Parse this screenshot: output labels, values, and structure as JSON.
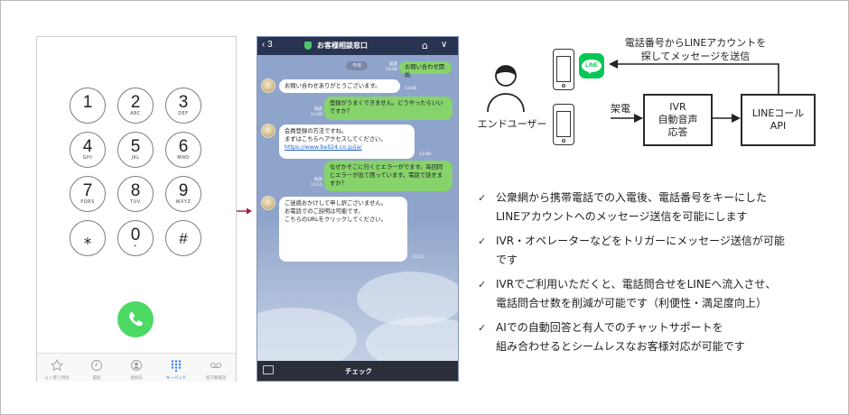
{
  "dialer": {
    "keys": [
      {
        "digit": "1",
        "letters": ""
      },
      {
        "digit": "2",
        "letters": "ABC"
      },
      {
        "digit": "3",
        "letters": "DEF"
      },
      {
        "digit": "4",
        "letters": "GHI"
      },
      {
        "digit": "5",
        "letters": "JKL"
      },
      {
        "digit": "6",
        "letters": "MNO"
      },
      {
        "digit": "7",
        "letters": "PQRS"
      },
      {
        "digit": "8",
        "letters": "TUV"
      },
      {
        "digit": "9",
        "letters": "WXYZ"
      },
      {
        "digit": "⁎",
        "letters": ""
      },
      {
        "digit": "0",
        "letters": "+"
      },
      {
        "digit": "#",
        "letters": ""
      }
    ],
    "tabs": [
      {
        "label": "よく使う項目",
        "icon": "star-icon"
      },
      {
        "label": "履歴",
        "icon": "clock-icon"
      },
      {
        "label": "連絡先",
        "icon": "contact-icon"
      },
      {
        "label": "キーパッド",
        "icon": "keypad-icon"
      },
      {
        "label": "留守番電話",
        "icon": "voicemail-icon"
      }
    ],
    "active_tab": "キーパッド",
    "call_icon": "phone-icon"
  },
  "chat": {
    "back_label": "3",
    "title": "お客様相談窓口",
    "date_label": "今日",
    "messages": [
      {
        "side": "me",
        "text": "お問い合わせ開始",
        "meta": "既読\n13:08"
      },
      {
        "side": "them",
        "text": "お問い合わせありがとうございます。",
        "meta": "13:08"
      },
      {
        "side": "me",
        "text": "登録がうまくできません。どうやったらいいですか？",
        "meta": "既読\n13:08"
      },
      {
        "side": "them",
        "text": "会員登録の方法ですね。\nまずはこちらへアクセスしてください。",
        "link": "https://www.bell24.co.jp/ja/",
        "meta": "13:09"
      },
      {
        "side": "me",
        "text": "なぜかそこに行くとエラーがでます。毎回同じエラーが出て困っています。電話で話せますか？",
        "meta": "既読\n13:11"
      },
      {
        "side": "them",
        "text": "ご迷惑おかけして申し訳ございません。\nお電話でのご説明は可能です。\nこちらのURLをクリックしてください。",
        "meta": "13:12"
      }
    ],
    "footer_label": "チェック"
  },
  "diagram": {
    "top_caption": "電話番号からLINEアカウントを\n探してメッセージを送信",
    "end_user_label": "エンドユーザー",
    "call_label": "架電",
    "ivr_box": "IVR\n自動音声\n応答",
    "line_api_box": "LINEコール\nAPI",
    "line_logo_text": "LINE"
  },
  "bullets": [
    "公衆網から携帯電話での入電後、電話番号をキーにした\nLINEアカウントへのメッセージ送信を可能にします",
    "IVR・オペレーターなどをトリガーにメッセージ送信が可能\nです",
    "IVRでご利用いただくと、電話問合せをLINEへ流入させ、\n電話問合せ数を削減が可能です（利便性・満足度向上）",
    "AIでの自動回答と有人でのチャットサポートを\n組み合わせるとシームレスなお客様対応が可能です"
  ],
  "bullet_mark": "✓",
  "colors": {
    "line_green": "#06c755",
    "call_green": "#4cd964",
    "arrow_red": "#a0203c",
    "chat_bg": "#8fa4cb"
  }
}
